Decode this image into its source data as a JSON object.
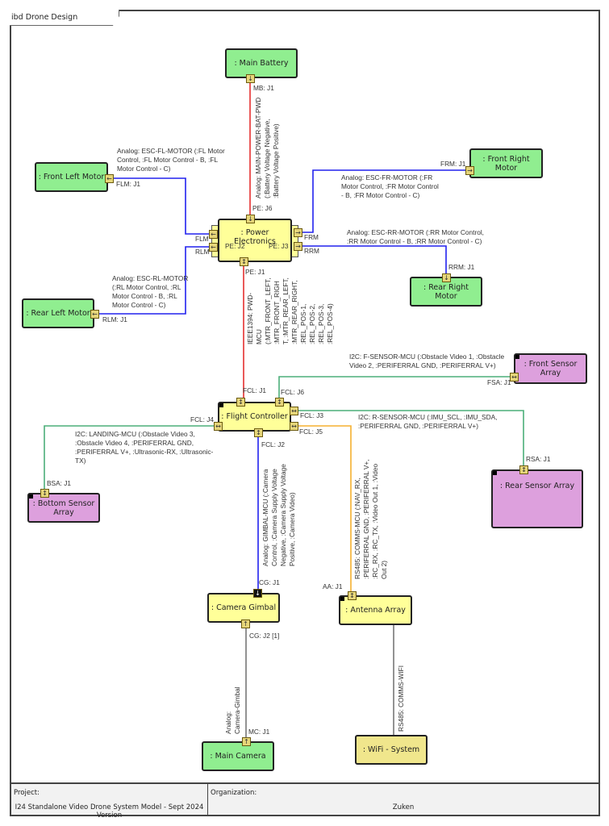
{
  "diagram_title": "ibd Drone Design [Formatted IBD]",
  "colors": {
    "power": "#e53030",
    "analog": "#2222ee",
    "i2c": "#4caf7a",
    "rs485": "#f5b030",
    "plain": "#777777",
    "part_green": "#90ee90",
    "part_yellow": "#ffff99",
    "part_purple": "#dda0dd",
    "part_khaki": "#f0e68c"
  },
  "blocks": [
    {
      "name": ": Main Battery"
    },
    {
      "name": ": Front Left Motor"
    },
    {
      "name": ": Front Right Motor"
    },
    {
      "name": ": Power Electronics"
    },
    {
      "name": ": Rear Right Motor"
    },
    {
      "name": ": Rear Left Motor"
    },
    {
      "name": ": Front Sensor Array"
    },
    {
      "name": ": Flight Controller"
    },
    {
      "name": ": Rear Sensor Array"
    },
    {
      "name": ": Bottom Sensor Array"
    },
    {
      "name": ": Camera Gimbal"
    },
    {
      "name": ": Antenna Array"
    },
    {
      "name": ": Main Camera"
    },
    {
      "name": ": WiFi - System"
    }
  ],
  "port_labels": [
    "MB: J1",
    "PE: J6",
    "FLM: J1",
    "FLM",
    "RLM",
    "PE: J2",
    "PE: J3",
    "FRM",
    "RRM",
    "FRM: J1",
    "RRM: J1",
    "RLM: J1",
    "PE: J1",
    "FCL: J1",
    "FCL: J6",
    "FSA: J1",
    "FCL: J3",
    "FCL: J5",
    "FCL: J4",
    "FCL: J2",
    "RSA: J1",
    "BSA: J1",
    "CG: J1",
    "AA: J1",
    "CG: J2 [1]",
    "MC: J1"
  ],
  "connectors": {
    "battery": "Analog: MAIN-POWER-BAT-PWD\n(:Battery Voltage Negative,\n:Battery Voltage Positive)",
    "fl": "Analog: ESC-FL-MOTOR (:FL Motor\nControl, :FL Motor Control - B, :FL\nMotor Control - C)",
    "fr": "Analog: ESC-FR-MOTOR (:FR\nMotor Control, :FR Motor Control\n- B, :FR Motor Control - C)",
    "rr": "Analog: ESC-RR-MOTOR (:RR Motor Control,\n:RR Motor Control - B, :RR Motor Control - C)",
    "rl": "Analog: ESC-RL-MOTOR\n(:RL Motor Control, :RL\nMotor Control - B, :RL\nMotor Control - C)",
    "pwd": "IEEE1394: PWD-\nMCU\n(:MTR_FRONT_LEFT,\n:MTR_FRONT_RIGH\nT, :MTR_REAR_LEFT,\n:MTR_REAR_RIGHT,\n:REL_POS-1,\n:REL_POS-2,\n:REL_POS-3,\n:REL_POS-4)",
    "fsensor": "I2C: F-SENSOR-MCU (:Obstacle Video 1, :Obstacle\nVideo 2, :PERIFERRAL GND, :PERIFERRAL V+)",
    "rsensor": "I2C: R-SENSOR-MCU (:IMU_SCL, :IMU_SDA,\n:PERIFERRAL GND, :PERIFERRAL V+)",
    "landing": "I2C: LANDING-MCU (:Obstacle Video 3,\n:Obstacle Video 4, :PERIFERRAL GND,\n:PERIFERRAL V+, :Ultrasonic-RX, :Ultrasonic-\nTX)",
    "gimbal": "Analog: GIMBAL-MCU (:Camera\nControl, :Camera Supply Voltage\nNegative, :Camera Supply Voltage\nPositive, :Camera Video)",
    "comms": "RS485: COMMS-MCU (:NAV_RX,\n:PERIFERRAL GND, :PERIFERRAL V+,\n:RC_RX, :RC_TX, :Video Out 1, :Video\nOut 2)",
    "camera": "Analog:\nCamera-Gimbal",
    "wifi": "RS485: COMMS-WIFI"
  },
  "footer": {
    "project_label": "Project:",
    "project": "I24 Standalone Video Drone System Model - Sept 2024 Version",
    "org_label": "Organization:",
    "org": "Zuken"
  }
}
